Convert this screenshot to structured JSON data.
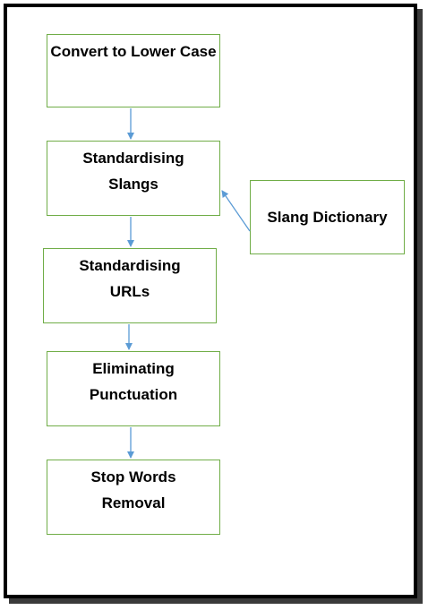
{
  "steps": [
    {
      "label": "Convert to Lower Case"
    },
    {
      "label": "Standardising Slangs"
    },
    {
      "label": "Standardising URLs"
    },
    {
      "label": "Eliminating Punctuation"
    },
    {
      "label": "Stop Words Removal"
    }
  ],
  "side": {
    "label": "Slang Dictionary"
  },
  "colors": {
    "box_border": "#70ad47",
    "arrow": "#5b9bd5",
    "frame": "#000000"
  }
}
